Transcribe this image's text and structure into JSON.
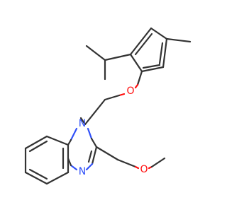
{
  "atoms": {
    "o_aryl_ether": {
      "label": "O"
    },
    "o_methoxy": {
      "label": "O"
    },
    "n_ring_1": {
      "label": "N"
    },
    "n_ring_3": {
      "label": "N"
    }
  },
  "colors": {
    "bond": "#333333",
    "oxygen": "#ff0d0d",
    "nitrogen": "#3050f8",
    "background": "#ffffff"
  }
}
